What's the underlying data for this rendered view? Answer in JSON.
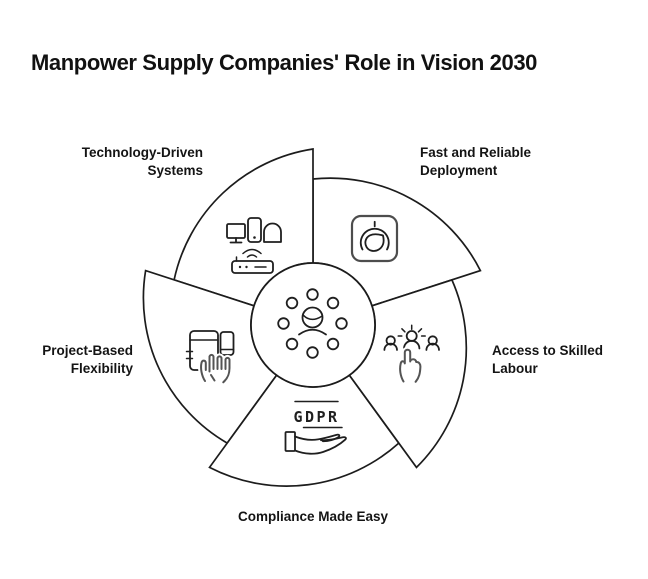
{
  "page": {
    "title": "Manpower Supply Companies' Role in Vision 2030",
    "background_color": "#ffffff"
  },
  "diagram": {
    "type": "circular-pinwheel-5-segments",
    "colors": {
      "line": "#1c1c1c",
      "icon_accent_gray": "#545454",
      "label_text": "#141414"
    },
    "center": {
      "icon": "team-network-icon",
      "dot_count": 8
    },
    "segments": [
      {
        "id": "technology",
        "position": "top-left",
        "icon": "connected-devices-router-icon",
        "label_lines": [
          "Technology-Driven",
          "Systems"
        ]
      },
      {
        "id": "deployment",
        "position": "top-right",
        "icon": "speedometer-icon",
        "label_lines": [
          "Fast and Reliable",
          "Deployment"
        ]
      },
      {
        "id": "access",
        "position": "right",
        "icon": "candidate-selection-icon",
        "label_lines": [
          "Access to Skilled",
          "Labour"
        ]
      },
      {
        "id": "compliance",
        "position": "bottom",
        "icon": "gdpr-hand-icon",
        "icon_text": "GDPR",
        "label_lines": [
          "Compliance Made Easy"
        ]
      },
      {
        "id": "flexibility",
        "position": "left",
        "icon": "documents-hand-icon",
        "label_lines": [
          "Project-Based",
          "Flexibility"
        ]
      }
    ]
  }
}
